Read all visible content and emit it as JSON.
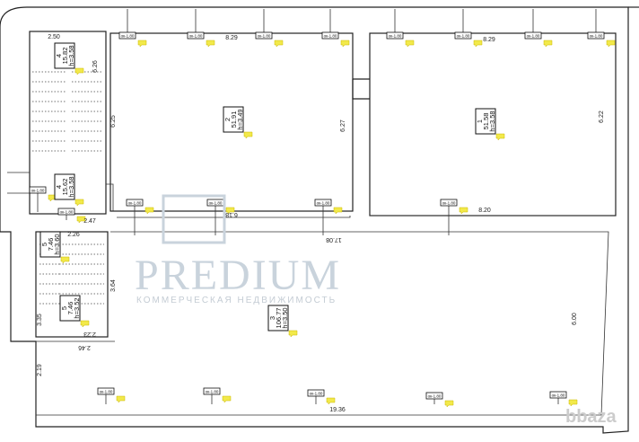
{
  "rooms": [
    {
      "num": "1",
      "area": "51.58",
      "height": "h=3.58"
    },
    {
      "num": "2",
      "area": "51.91",
      "height": "h=3.49"
    },
    {
      "num": "3",
      "area": "106.77",
      "height": "h=3.50"
    },
    {
      "num": "4",
      "area": "15.82",
      "height": "h=3.58"
    },
    {
      "num": "4",
      "area": "15.62",
      "height": "h=3.58"
    },
    {
      "num": "5",
      "area": "7.46",
      "height": "h=3.60"
    },
    {
      "num": "5",
      "area": "7.46",
      "height": "h=3.52"
    }
  ],
  "dimensions": [
    "2.50",
    "6.26",
    "6.25",
    "8.29",
    "6.27",
    "8.29",
    "6.22",
    "8.20",
    "2.47",
    "2.26",
    "17.08",
    "3.64",
    "3.35",
    "2.23",
    "2.46",
    "2.19",
    "19.36",
    "6.00",
    "6.18"
  ],
  "window_tag": "ок-1.80",
  "watermark": {
    "brand": "PREDIUM",
    "tagline": "КОММЕРЧЕСКАЯ НЕДВИЖИМОСТЬ",
    "site": "bbaza"
  },
  "colors": {
    "note": "#f2e94a",
    "walls": "#222222",
    "watermark": "#c9d3dc"
  }
}
